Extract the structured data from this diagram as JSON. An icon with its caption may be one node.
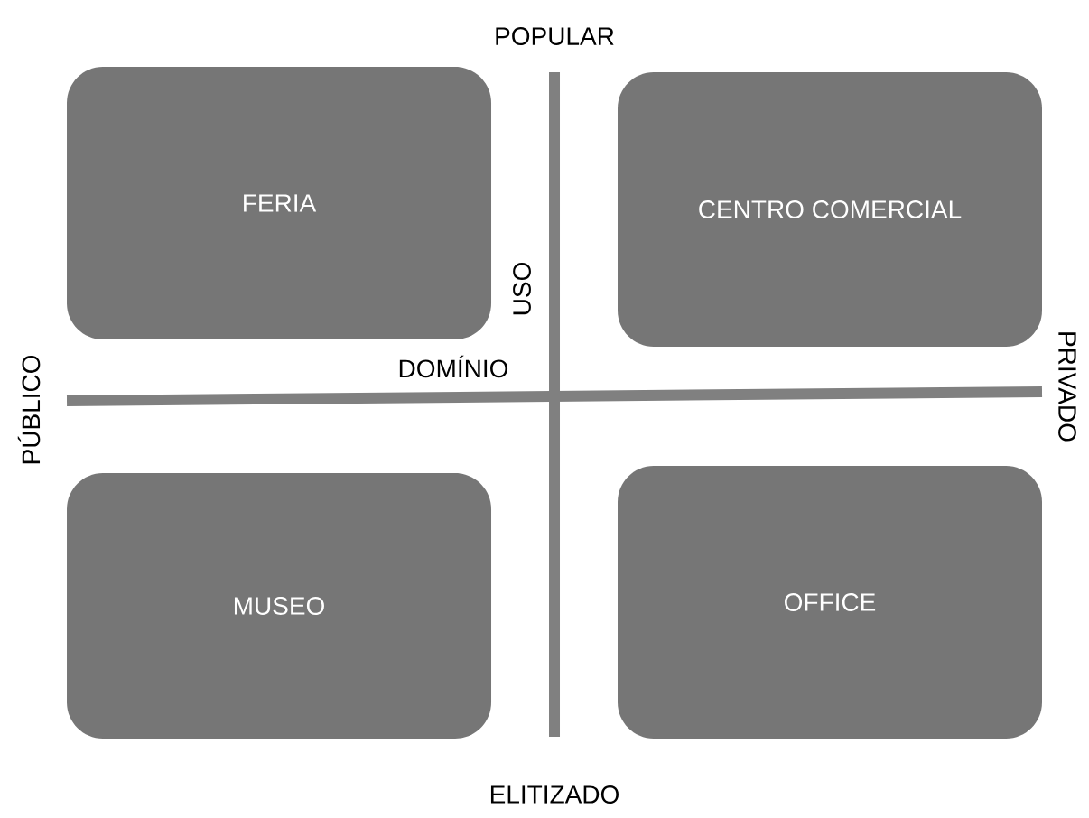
{
  "diagram": {
    "nodes": [
      {
        "text": [
          "FERIA"
        ]
      },
      {
        "text": [
          "CENTRO COMERCIAL"
        ]
      },
      {
        "text": [
          "MUSEO"
        ]
      },
      {
        "text": [
          "OFFICE"
        ]
      }
    ],
    "labels": [
      "POPULAR",
      "USO",
      "DOMÍNIO",
      "PÚBLICO",
      "PRIVADO",
      "ELITIZADO"
    ]
  }
}
